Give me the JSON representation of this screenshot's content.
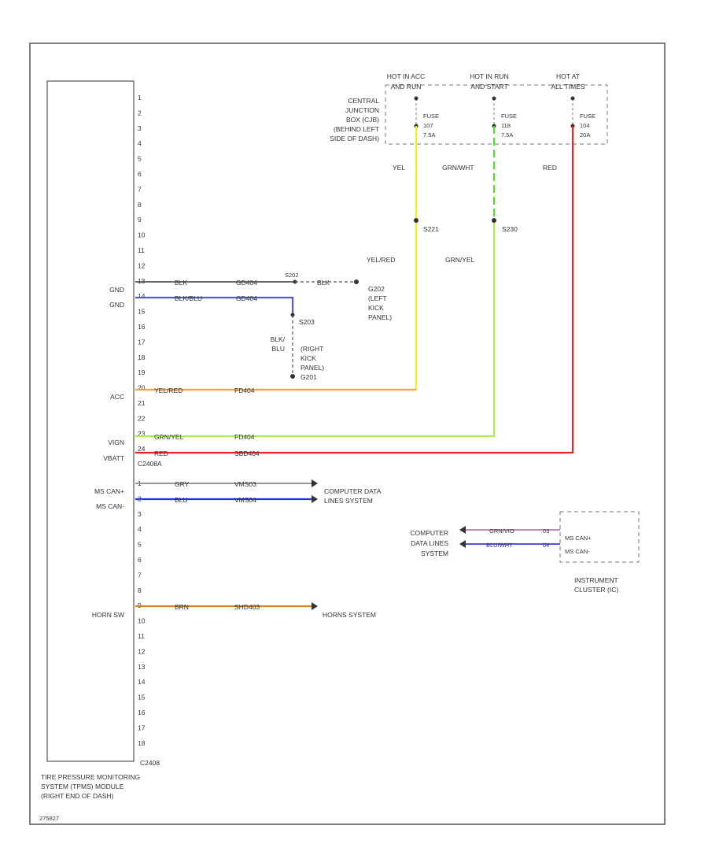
{
  "module": {
    "name_lines": [
      "TIRE PRESSURE MONITORING",
      "SYSTEM (TPMS) MODULE",
      "(RIGHT END OF DASH)"
    ],
    "connector_a": "C2408",
    "connector_b": "C2408A",
    "pins_a": [
      "1",
      "2",
      "3",
      "4",
      "5",
      "6",
      "7",
      "8",
      "9",
      "10",
      "11",
      "12",
      "13",
      "14",
      "15",
      "16",
      "17",
      "18",
      "19",
      "20",
      "21",
      "22",
      "23",
      "24"
    ],
    "pins_b": [
      "1",
      "2",
      "3",
      "4",
      "5",
      "6",
      "7",
      "8",
      "9",
      "10",
      "11",
      "12",
      "13",
      "14",
      "15",
      "16",
      "17",
      "18"
    ]
  },
  "pin_labels": {
    "gnd1": "GND",
    "gnd2": "GND",
    "acc": "ACC",
    "vign": "VIGN",
    "vbatt": "VBATT",
    "ms_can_plus": "MS CAN+",
    "ms_can_minus": "MS CAN-",
    "horn_sw": "HORN SW"
  },
  "power": {
    "header1": [
      "HOT IN ACC",
      "AND RUN"
    ],
    "header2": [
      "HOT IN RUN",
      "AND START"
    ],
    "header3": [
      "HOT AT",
      "ALL TIMES"
    ],
    "cjb_label": [
      "CENTRAL",
      "JUNCTION",
      "BOX (CJB)",
      "(BEHIND LEFT",
      "SIDE OF DASH)"
    ],
    "fuse1": [
      "FUSE",
      "107",
      "7.5A"
    ],
    "fuse2": [
      "FUSE",
      "118",
      "7.5A"
    ],
    "fuse3": [
      "FUSE",
      "104",
      "20A"
    ]
  },
  "wires": {
    "gnd1_color": "BLK",
    "gnd1_circuit": "GD404",
    "gnd1_splice": "S202",
    "gnd1_color2": "BLK",
    "gnd1_ground": [
      "G202",
      "(LEFT",
      "KICK",
      "PANEL)"
    ],
    "gnd2_color": "BLK/BLU",
    "gnd2_circuit": "GD404",
    "gnd2_splice": "S203",
    "gnd2_color2": [
      "BLK/",
      "BLU"
    ],
    "gnd2_ground": [
      "(RIGHT",
      "KICK",
      "PANEL)",
      "G201"
    ],
    "acc_color": "YEL/RED",
    "acc_circuit": "FD404",
    "acc_upper_color": "YEL",
    "acc_splice": "S221",
    "acc_lower_color": "YEL/RED",
    "vign_color": "GRN/YEL",
    "vign_circuit": "FD404",
    "vign_upper_color": "GRN/WHT",
    "vign_splice": "S230",
    "vign_lower_color": "GRN/YEL",
    "vbatt_color": "RED",
    "vbatt_circuit": "SBD404",
    "vbatt_upper_color": "RED",
    "can_plus_color": "GRY",
    "can_plus_circuit": "VMS03",
    "can_minus_color": "BLU",
    "can_minus_circuit": "VMS04",
    "can_dest": [
      "COMPUTER DATA",
      "LINES SYSTEM"
    ],
    "horn_color": "BRN",
    "horn_circuit": "SHD403",
    "horn_dest": "HORNS SYSTEM"
  },
  "cluster": {
    "source": [
      "COMPUTER",
      "DATA LINES",
      "SYSTEM"
    ],
    "wire1_color": "GRN/VIO",
    "wire1_pin": "03",
    "wire2_color": "BLU/WHT",
    "wire2_pin": "04",
    "pin_labels": [
      "MS CAN+",
      "MS CAN-"
    ],
    "name": [
      "INSTRUMENT",
      "CLUSTER (IC)"
    ]
  },
  "figure_id": "275827",
  "colors": {
    "yellow": "#f0f020",
    "green": "#55dd22",
    "red": "#ee2020",
    "orange": "#f5a050",
    "purple": "#5555dd",
    "blue": "#2233ee",
    "brown": "#c8861e",
    "gray": "#888888",
    "violet": "#c070c0"
  }
}
